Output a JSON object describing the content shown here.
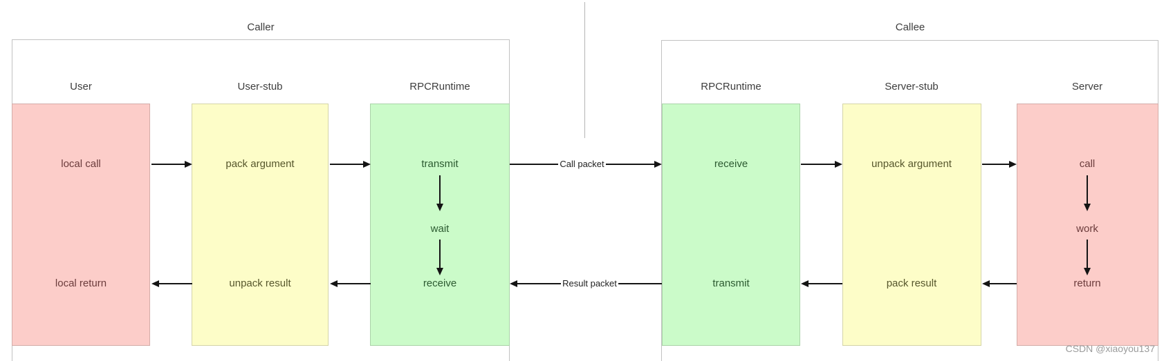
{
  "diagram": {
    "caller": {
      "title": "Caller",
      "columns": [
        {
          "label": "User",
          "top": "local call",
          "bottom": "local return"
        },
        {
          "label": "User-stub",
          "top": "pack argument",
          "bottom": "unpack result"
        },
        {
          "label": "RPCRuntime",
          "top": "transmit",
          "middle": "wait",
          "bottom": "receive"
        }
      ]
    },
    "callee": {
      "title": "Callee",
      "columns": [
        {
          "label": "RPCRuntime",
          "top": "receive",
          "bottom": "transmit"
        },
        {
          "label": "Server-stub",
          "top": "unpack argument",
          "bottom": "pack result"
        },
        {
          "label": "Server",
          "top": "call",
          "middle": "work",
          "bottom": "return"
        }
      ]
    },
    "links": {
      "call_label": "Call packet",
      "result_label": "Result packet"
    },
    "colors": {
      "user_fill": "#fccdc9",
      "stub_fill": "#fdfdc8",
      "runtime_fill": "#cbfbc9",
      "arrow": "#141414",
      "border": "#c2c2c2"
    }
  },
  "watermark": "CSDN @xiaoyou137"
}
